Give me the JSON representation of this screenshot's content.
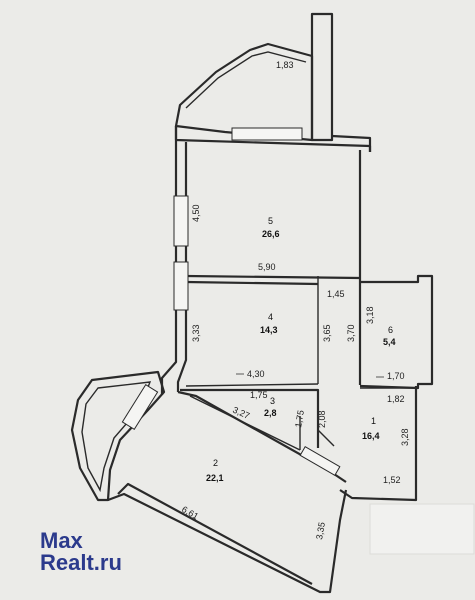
{
  "rooms": [
    {
      "number": "5",
      "area": "26,6"
    },
    {
      "number": "4",
      "area": "14,3"
    },
    {
      "number": "6",
      "area": "5,4"
    },
    {
      "number": "3",
      "area": "2,8"
    },
    {
      "number": "1",
      "area": "16,4"
    },
    {
      "number": "2",
      "area": "22,1"
    }
  ],
  "dimensions": {
    "balcony_top": "1,83",
    "room5_left": "4,50",
    "room5_bottom": "5,90",
    "corridor_top": "1,45",
    "room4_left": "3,33",
    "room4_right": "3,65",
    "hall_right": "3,70",
    "room6_left": "3,18",
    "room6_bottom": "1,70",
    "room4_bottom": "4,30",
    "room3_top": "1,75",
    "room3_diag": "3,27",
    "room3_right": "1,75",
    "room1_left": "2,08",
    "room1_top": "1,82",
    "room1_right": "3,28",
    "room1_bottom": "1,52",
    "room2_bottom": "6,61",
    "room2_right": "3,35"
  },
  "watermark": {
    "line1": "Max",
    "line2": "Realt.ru",
    "brand_color": "#2b3a8c"
  }
}
